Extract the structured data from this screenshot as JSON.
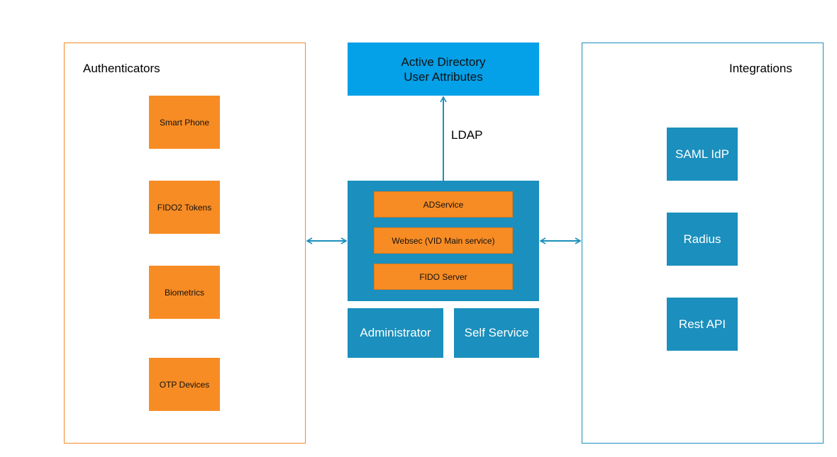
{
  "authenticators": {
    "title": "Authenticators",
    "items": [
      {
        "label": "Smart Phone"
      },
      {
        "label": "FIDO2 Tokens"
      },
      {
        "label": "Biometrics"
      },
      {
        "label": "OTP Devices"
      }
    ]
  },
  "active_directory": {
    "line1": "Active Directory",
    "line2": "User Attributes"
  },
  "connection_label": "LDAP",
  "core": {
    "services": [
      {
        "label": "ADService"
      },
      {
        "label": "Websec (VID Main service)"
      },
      {
        "label": "FIDO Server"
      }
    ]
  },
  "roles": {
    "administrator": "Administrator",
    "self_service": "Self Service"
  },
  "integrations": {
    "title": "Integrations",
    "items": [
      {
        "label": "SAML IdP"
      },
      {
        "label": "Radius"
      },
      {
        "label": "Rest API"
      }
    ]
  },
  "colors": {
    "orange": "#f78c24",
    "blue": "#1b8fbd",
    "ad_blue": "#04a0e8",
    "arrow": "#1b8fbd"
  }
}
